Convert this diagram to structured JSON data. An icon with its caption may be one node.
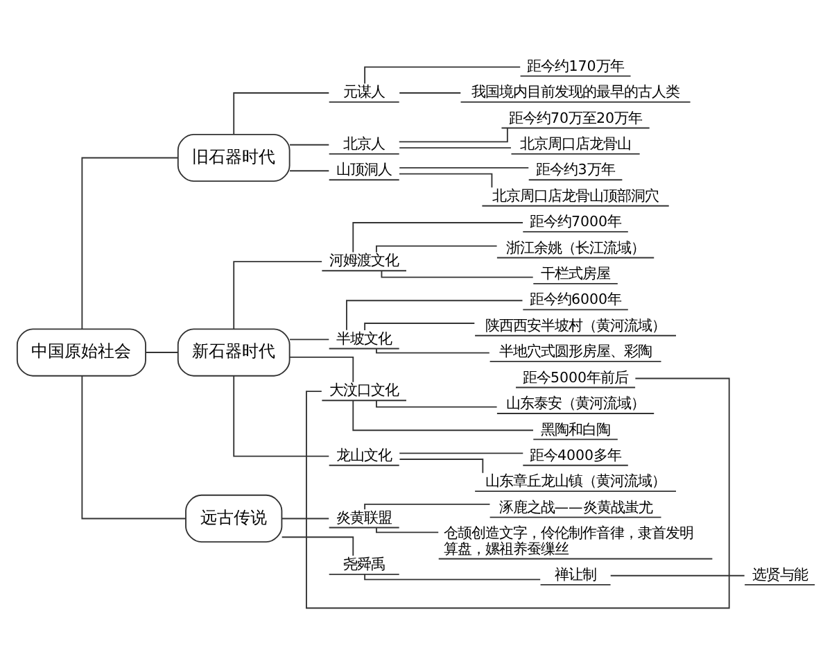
{
  "diagram": {
    "nodes": [
      {
        "text": [
          "中国原始社会"
        ]
      },
      {
        "text": [
          "旧石器时代"
        ]
      },
      {
        "text": [
          "元谋人"
        ]
      },
      {
        "text": [
          "距今约170万年"
        ]
      },
      {
        "text": [
          "我国境内目前发现的最早的古人类"
        ]
      },
      {
        "text": [
          "北京人"
        ]
      },
      {
        "text": [
          "距今约70万至20万年"
        ]
      },
      {
        "text": [
          "北京周口店龙骨山"
        ]
      },
      {
        "text": [
          "山顶洞人"
        ]
      },
      {
        "text": [
          "距今约3万年"
        ]
      },
      {
        "text": [
          "北京周口店龙骨山顶部洞穴"
        ]
      },
      {
        "text": [
          "新石器时代"
        ]
      },
      {
        "text": [
          "河姆渡文化"
        ]
      },
      {
        "text": [
          "距今约7000年"
        ]
      },
      {
        "text": [
          "浙江余姚（长江流域）"
        ]
      },
      {
        "text": [
          "干栏式房屋"
        ]
      },
      {
        "text": [
          "半坡文化"
        ]
      },
      {
        "text": [
          "距今约6000年"
        ]
      },
      {
        "text": [
          "陕西西安半坡村（黄河流域）"
        ]
      },
      {
        "text": [
          "半地穴式圆形房屋、彩陶"
        ]
      },
      {
        "text": [
          "大汶口文化"
        ]
      },
      {
        "text": [
          "距今5000年前后"
        ]
      },
      {
        "text": [
          "山东泰安（黄河流域）"
        ]
      },
      {
        "text": [
          "黑陶和白陶"
        ]
      },
      {
        "text": [
          "龙山文化"
        ]
      },
      {
        "text": [
          "距今4000多年"
        ]
      },
      {
        "text": [
          "山东章丘龙山镇（黄河流域）"
        ]
      },
      {
        "text": [
          "远古传说"
        ]
      },
      {
        "text": [
          "炎黄联盟"
        ]
      },
      {
        "text": [
          "涿鹿之战——炎黄战蚩尤"
        ]
      },
      {
        "text": [
          "仓颉创造文字，伶伦制作音律，隶首发明算盘，嫘祖养蚕缫丝"
        ]
      },
      {
        "text": [
          "尧舜禹"
        ]
      },
      {
        "text": [
          "禅让制"
        ]
      },
      {
        "text": [
          "选贤与能"
        ]
      }
    ],
    "edges": [
      {
        "from": 0,
        "to": 1,
        "arrow": "none"
      },
      {
        "from": 1,
        "to": 2,
        "arrow": "none"
      },
      {
        "from": 2,
        "to": 3,
        "arrow": "none"
      },
      {
        "from": 2,
        "to": 4,
        "arrow": "none"
      },
      {
        "from": 1,
        "to": 5,
        "arrow": "none"
      },
      {
        "from": 5,
        "to": 6,
        "arrow": "none"
      },
      {
        "from": 5,
        "to": 7,
        "arrow": "none"
      },
      {
        "from": 1,
        "to": 8,
        "arrow": "none"
      },
      {
        "from": 8,
        "to": 9,
        "arrow": "none"
      },
      {
        "from": 8,
        "to": 10,
        "arrow": "none"
      },
      {
        "from": 0,
        "to": 11,
        "arrow": "none"
      },
      {
        "from": 11,
        "to": 12,
        "arrow": "none"
      },
      {
        "from": 12,
        "to": 13,
        "arrow": "none"
      },
      {
        "from": 12,
        "to": 14,
        "arrow": "none"
      },
      {
        "from": 12,
        "to": 15,
        "arrow": "none"
      },
      {
        "from": 11,
        "to": 16,
        "arrow": "none"
      },
      {
        "from": 16,
        "to": 17,
        "arrow": "none"
      },
      {
        "from": 16,
        "to": 18,
        "arrow": "none"
      },
      {
        "from": 16,
        "to": 19,
        "arrow": "none"
      },
      {
        "from": 11,
        "to": 20,
        "arrow": "none"
      },
      {
        "from": 20,
        "to": 21,
        "arrow": "none"
      },
      {
        "from": 20,
        "to": 22,
        "arrow": "none"
      },
      {
        "from": 20,
        "to": 23,
        "arrow": "none"
      },
      {
        "from": 11,
        "to": 24,
        "arrow": "none"
      },
      {
        "from": 24,
        "to": 25,
        "arrow": "none"
      },
      {
        "from": 24,
        "to": 26,
        "arrow": "none"
      },
      {
        "from": 0,
        "to": 27,
        "arrow": "none"
      },
      {
        "from": 27,
        "to": 28,
        "arrow": "none"
      },
      {
        "from": 28,
        "to": 29,
        "arrow": "none"
      },
      {
        "from": 28,
        "to": 30,
        "arrow": "none"
      },
      {
        "from": 27,
        "to": 31,
        "arrow": "none"
      },
      {
        "from": 31,
        "to": 32,
        "arrow": "none"
      },
      {
        "from": 32,
        "to": 33,
        "arrow": "none"
      }
    ]
  }
}
